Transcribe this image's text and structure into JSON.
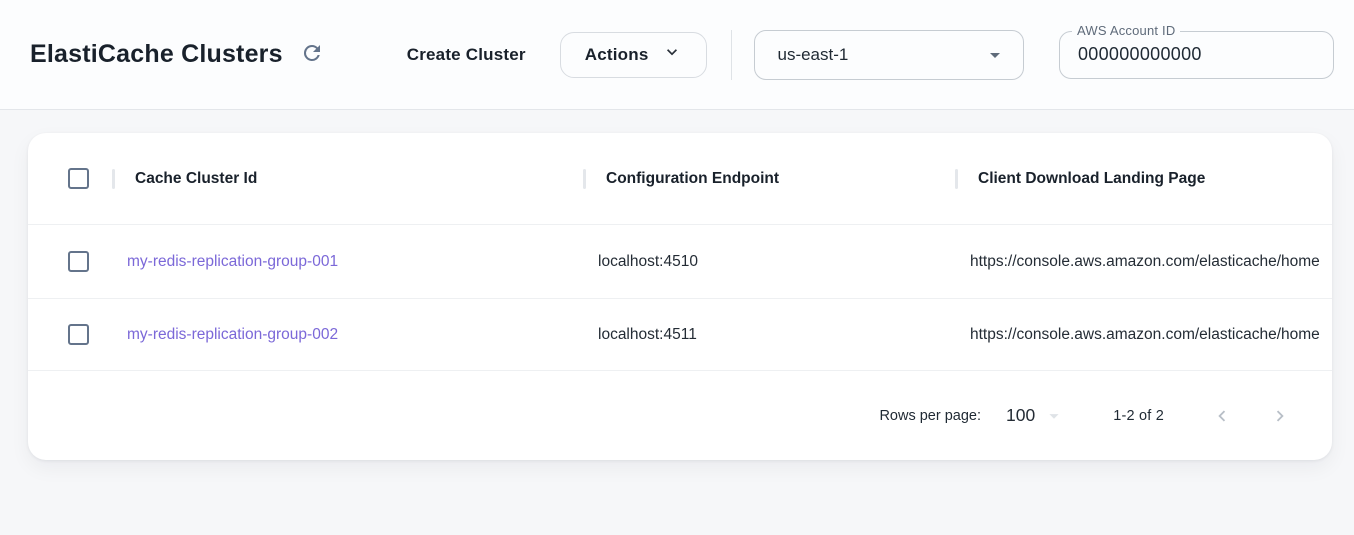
{
  "header": {
    "title": "ElastiCache Clusters",
    "create_cluster_label": "Create Cluster",
    "actions_label": "Actions",
    "region": {
      "selected": "us-east-1"
    },
    "account_id": {
      "label": "AWS Account ID",
      "value": "000000000000"
    }
  },
  "table": {
    "columns": {
      "cache_cluster_id": "Cache Cluster Id",
      "configuration_endpoint": "Configuration Endpoint",
      "client_download_landing_page": "Client Download Landing Page"
    },
    "rows": [
      {
        "cache_cluster_id": "my-redis-replication-group-001",
        "configuration_endpoint": "localhost:4510",
        "client_download_landing_page": "https://console.aws.amazon.com/elasticache/home"
      },
      {
        "cache_cluster_id": "my-redis-replication-group-002",
        "configuration_endpoint": "localhost:4511",
        "client_download_landing_page": "https://console.aws.amazon.com/elasticache/home"
      }
    ],
    "pagination": {
      "rows_per_page_label": "Rows per page:",
      "rows_per_page_value": "100",
      "range_label": "1-2 of 2"
    }
  },
  "colors": {
    "accent_link": "#7b68d8",
    "page_background": "#f6f7f9",
    "topbar_background": "#fcfdfe",
    "checkbox_border": "#64748b"
  }
}
